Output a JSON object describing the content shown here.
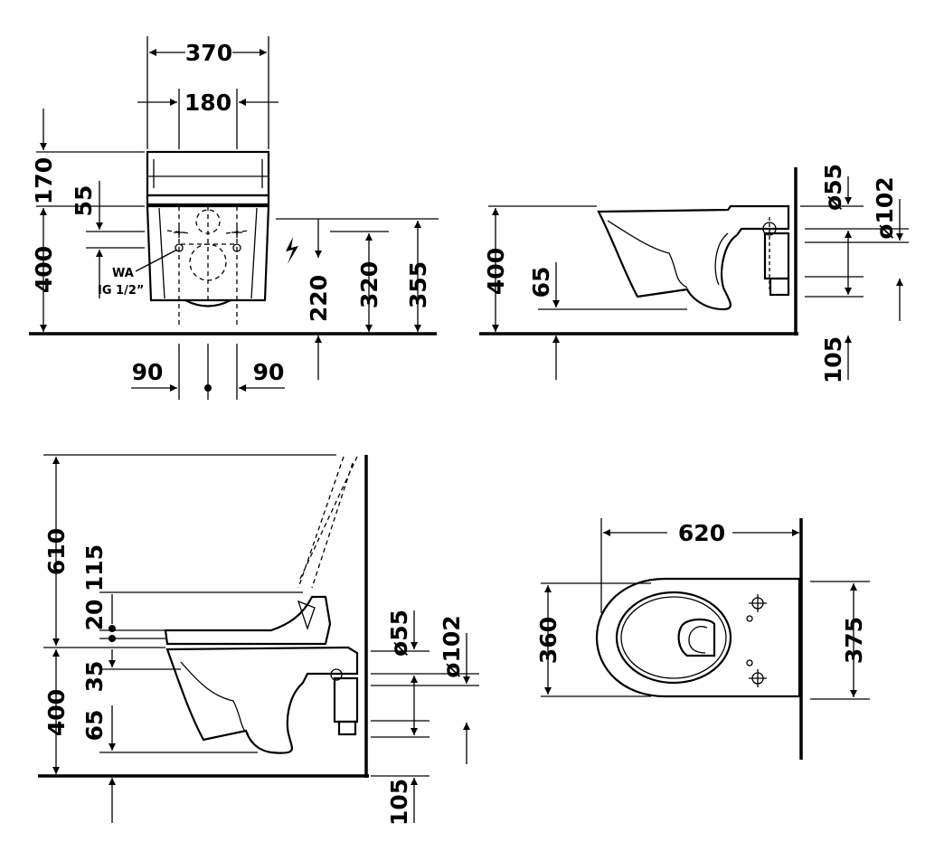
{
  "front_view": {
    "width_total": "370",
    "width_inner": "180",
    "seat_height": "170",
    "lid_gap": "55",
    "bowl_height": "400",
    "water_label": "WA",
    "water_thread": "IG 1/2”",
    "offset_left": "90",
    "offset_right": "90",
    "h_220": "220",
    "h_320": "320",
    "h_355": "355"
  },
  "side_view_top": {
    "height": "400",
    "rim_drop": "65",
    "dia_small": "ø55",
    "dia_large": "ø102",
    "floor_gap": "105"
  },
  "side_view_bottom": {
    "lid_height": "610",
    "seat_115": "115",
    "seat_20": "20",
    "seat_35": "35",
    "height": "400",
    "rim_drop": "65",
    "dia_small": "ø55",
    "dia_large": "ø102",
    "floor_gap": "105"
  },
  "top_view": {
    "length": "620",
    "width_bowl": "360",
    "width_plate": "375"
  }
}
